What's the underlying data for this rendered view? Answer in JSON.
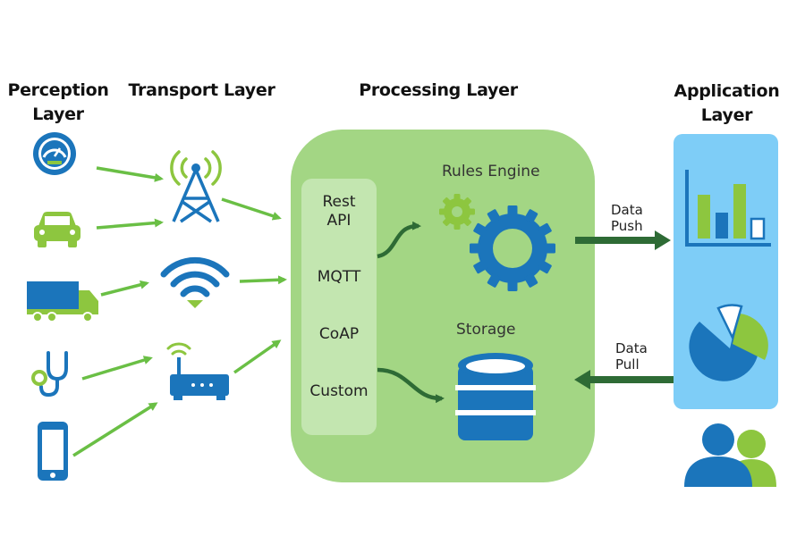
{
  "headers": {
    "perception": [
      "Perception",
      "Layer"
    ],
    "transport": "Transport Layer",
    "processing": "Processing Layer",
    "application": [
      "Application",
      "Layer"
    ]
  },
  "protocols": {
    "rest": [
      "Rest",
      "API"
    ],
    "mqtt": "MQTT",
    "coap": "CoAP",
    "custom": "Custom"
  },
  "components": {
    "rules_engine": "Rules Engine",
    "storage": "Storage"
  },
  "flows": {
    "push": [
      "Data",
      "Push"
    ],
    "pull": [
      "Data",
      "Pull"
    ]
  },
  "colors": {
    "blue": "#1b75bb",
    "green": "#8dc63f",
    "arrow_green": "#6abf45",
    "dark_green": "#2e6b35",
    "processing_bg": "#a3d684",
    "protocol_bg": "#c3e6b0",
    "application_bg": "#7ecdf7"
  },
  "icons": {
    "perception": [
      "speedometer-icon",
      "car-icon",
      "truck-icon",
      "stethoscope-icon",
      "smartphone-icon"
    ],
    "transport": [
      "cell-tower-icon",
      "wifi-icon",
      "router-icon"
    ],
    "processing": [
      "gear-icon",
      "database-icon"
    ],
    "application": [
      "bar-chart-icon",
      "pie-chart-icon",
      "users-icon"
    ]
  }
}
